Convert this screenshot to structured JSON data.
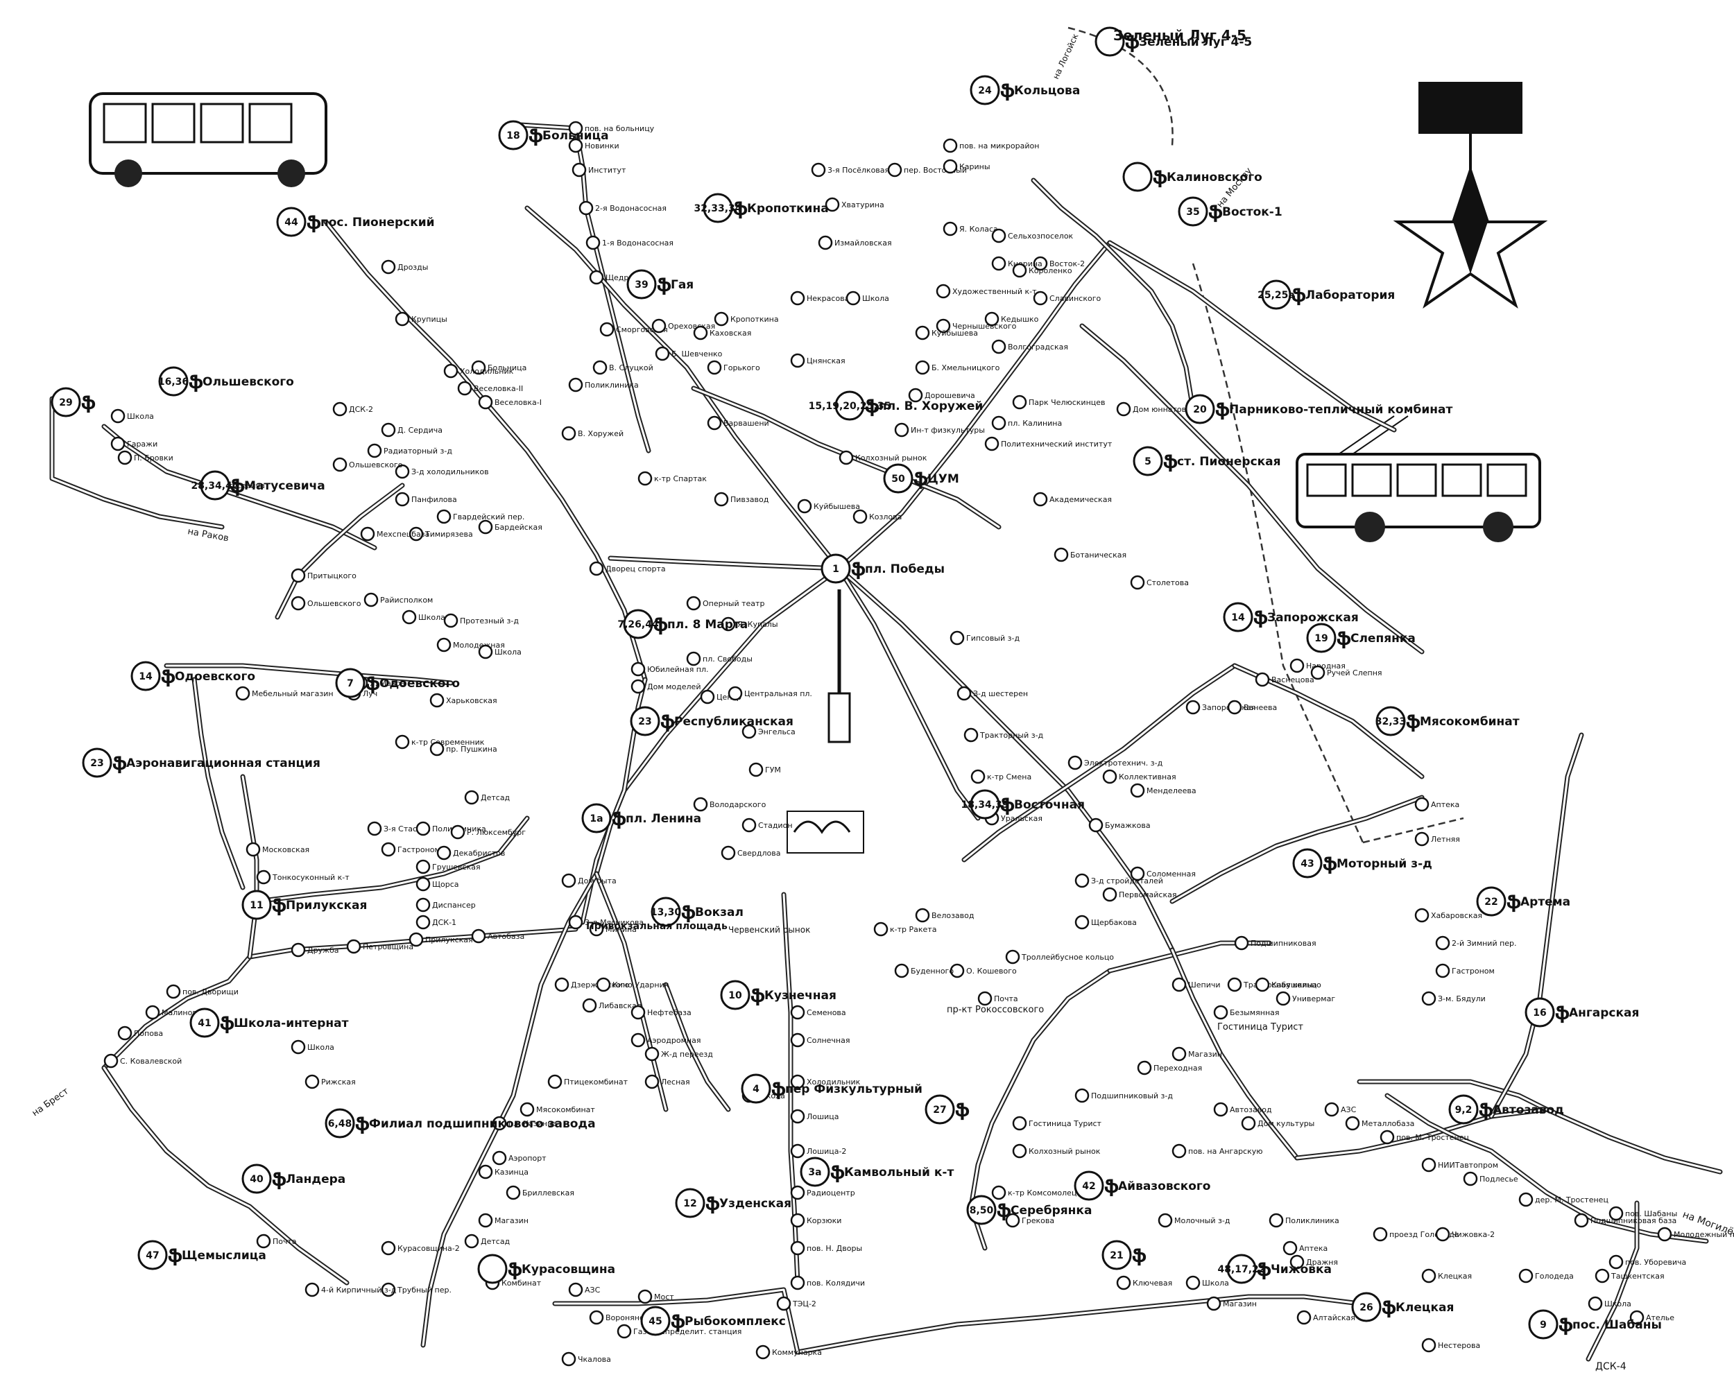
{
  "map": {
    "terminals": [
      {
        "id": "bolnica",
        "name": "Больница",
        "num": "18"
      },
      {
        "id": "koltsova",
        "name": "Кольцова",
        "num": "24"
      },
      {
        "id": "zeleny",
        "name": "Зеленый Луг 4-5",
        "num": ""
      },
      {
        "id": "vostok1",
        "name": "Восток-1",
        "num": "35"
      },
      {
        "id": "kalinovskogo",
        "name": "Калиновского",
        "num": ""
      },
      {
        "id": "kropotkina",
        "name": "Кропоткина",
        "num": "32,33,34"
      },
      {
        "id": "gaya",
        "name": "Гая",
        "num": "39"
      },
      {
        "id": "pionersky",
        "name": "пос. Пионерский",
        "num": "44"
      },
      {
        "id": "olshevskogo",
        "name": "Ольшевского",
        "num": "16,36"
      },
      {
        "id": "matusevicha",
        "name": "Матусевича",
        "num": "28,34,40"
      },
      {
        "id": "post29",
        "name": "",
        "num": "29"
      },
      {
        "id": "laboratoria",
        "name": "Лаборатория",
        "num": "25,25a"
      },
      {
        "id": "parnikovo",
        "name": "Парниково-тепличный комбинат",
        "num": "20"
      },
      {
        "id": "st_pionerskaya",
        "name": "ст. Пионерская",
        "num": "5"
      },
      {
        "id": "pl_khoruzhey",
        "name": "пл. В. Хоружей",
        "num": "15,19,20,25,35"
      },
      {
        "id": "pl_pobedy",
        "name": "пл. Победы",
        "num": "1"
      },
      {
        "id": "pl8marta",
        "name": "пл. 8 Марта",
        "num": "7,26,44"
      },
      {
        "id": "odoevskogo_w",
        "name": "Одоевского",
        "num": "14"
      },
      {
        "id": "odoevskogo",
        "name": "Одоевского",
        "num": "7"
      },
      {
        "id": "stanciya",
        "name": "Аэронавигационная станция",
        "num": "23"
      },
      {
        "id": "respublikanskaya",
        "name": "Республиканская",
        "num": "23"
      },
      {
        "id": "zaporozhskaya",
        "name": "Запорожская",
        "num": "14"
      },
      {
        "id": "slepyanka",
        "name": "Слепянка",
        "num": "19"
      },
      {
        "id": "myasokombinat",
        "name": "Мясокомбинат",
        "num": "32,33"
      },
      {
        "id": "vostochnaya",
        "name": "Восточная",
        "num": "18,34,39"
      },
      {
        "id": "motorny",
        "name": "Моторный з-д",
        "num": "43"
      },
      {
        "id": "artema",
        "name": "Артема",
        "num": "22"
      },
      {
        "id": "angarskaya",
        "name": "Ангарская",
        "num": "16"
      },
      {
        "id": "avtozavod",
        "name": "Автозавод",
        "num": "9,2"
      },
      {
        "id": "prilukskaya",
        "name": "Прилукская",
        "num": "11"
      },
      {
        "id": "vokzal",
        "name": "Вокзал",
        "num": "13,30"
      },
      {
        "id": "shkola_internat",
        "name": "Школа-интернат",
        "num": "41"
      },
      {
        "id": "landera",
        "name": "Ландера",
        "num": "40"
      },
      {
        "id": "shemyslica",
        "name": "Щемыслица",
        "num": "47"
      },
      {
        "id": "kurasovshina",
        "name": "Курасовщина",
        "num": ""
      },
      {
        "id": "uzdenskaya",
        "name": "Узденская",
        "num": "12"
      },
      {
        "id": "rybokompleks",
        "name": "Рыбокомплекс",
        "num": "45"
      },
      {
        "id": "kamvolny",
        "name": "Камвольный к-т",
        "num": "3a"
      },
      {
        "id": "kuznechnaya",
        "name": "Кузнечная",
        "num": "10"
      },
      {
        "id": "fizkulturny",
        "name": "пер Физкультурный",
        "num": "4"
      },
      {
        "id": "serebryanka",
        "name": "Серебрянка",
        "num": "8,50"
      },
      {
        "id": "ayvazovskogo",
        "name": "Айвазовского",
        "num": "42"
      },
      {
        "id": "t27",
        "name": "",
        "num": "27"
      },
      {
        "id": "chizhovka",
        "name": "Чижовка",
        "num": "48,17,22"
      },
      {
        "id": "kleckaya",
        "name": "Клецкая",
        "num": "26"
      },
      {
        "id": "t21",
        "name": "",
        "num": "21"
      },
      {
        "id": "shabany",
        "name": "пос. Шабаны",
        "num": "9"
      },
      {
        "id": "fil",
        "name": "Филиал подшипникового завода",
        "num": "6,48"
      },
      {
        "id": "cum",
        "name": "ЦУМ",
        "num": "50"
      },
      {
        "id": "pl_lenina",
        "name": "пл. Ленина",
        "num": "1a"
      }
    ],
    "stops": [
      "пов. на больницу",
      "Новинки",
      "Институт",
      "2-я Водонасосная",
      "1-я Водонасосная",
      "Щедрина",
      "Сморговская",
      "Ореховская",
      "Каховская",
      "Б. Шевченко",
      "Кропоткина",
      "Горького",
      "Некрасова",
      "Измайловская",
      "Хватурина",
      "3-я Посёлковая",
      "пер. Восточный",
      "Я. Коласа",
      "Карины",
      "пов. на микрорайон",
      "Художественный к-т",
      "Школа",
      "Чернышевского",
      "Куйбышева",
      "Б. Хмельницкого",
      "Цнянская",
      "Дорошевича",
      "Кедышко",
      "Волгоградская",
      "Славинского",
      "Восток-2",
      "Сельхозпоселок",
      "Кнорина",
      "Короленко",
      "Парк Челюскинцев",
      "пл. Калинина",
      "Политехнический институт",
      "Академическая",
      "Ботаническая",
      "Столетова",
      "Дом юннатов",
      "Больница",
      "Холодильник",
      "Веселовка-II",
      "Веселовка-I",
      "ДСК-2",
      "Д. Сердича",
      "Радиаторный з-д",
      "З-д холодильников",
      "Панфилова",
      "Гвардейский пер.",
      "Бардейская",
      "Тимирязева",
      "Мехспецбаза",
      "Ольшевского",
      "Матусевича",
      "Гаражи",
      "П. Бровки",
      "Школа",
      "Дрозды",
      "Крупицы",
      "Поликлиника",
      "В. Хоружей",
      "В. Слуцкой",
      "Варвашени",
      "к-тр Спартак",
      "Колхозный рынок",
      "Ин-т физкультуры",
      "Пивзавод",
      "Козлова",
      "Куйбышева",
      "Дворец спорта",
      "Оперный театр",
      "Я. Купалы",
      "пл. Свободы",
      "Юбилейная пл.",
      "Дом моделей",
      "Центр",
      "Центральная пл.",
      "Энгельса",
      "ГУМ",
      "Стадион",
      "Володарского",
      "Свердлова",
      "Притыцкого",
      "Ольшевского",
      "Райисполком",
      "Школа",
      "Протезный з-д",
      "Молодежная",
      "Харьковская",
      "к-тр Современник",
      "пр. Пушкина",
      "Я. Мавра",
      "Луч",
      "Мебельный магазин",
      "Школа",
      "Детсад",
      "З-я Стасова",
      "Гастроном",
      "Поликлиника",
      "Р. Люксембург",
      "Декабристов",
      "Грушевская",
      "Щорса",
      "Диспансер",
      "ДСК-1",
      "Тонкосуконный к-т",
      "Московская",
      "Дом быта",
      "3-д Мясникова",
      "Минина",
      "Автобаза",
      "Прилукская",
      "Петровщина",
      "Дружба",
      "пов. Дворищи",
      "Малиновка",
      "Попова",
      "С. Ковалевской",
      "Школа",
      "Рижская",
      "Казинца",
      "Бриллевская",
      "Аэропорт",
      "Мясокомбинат",
      "Птицекомбинат",
      "пл. Казинца",
      "Магазин",
      "Детсад",
      "Курасовщина-2",
      "Трубный пер.",
      "4-й Кирпичный з-д",
      "Почта",
      "Комбинат",
      "АЗС",
      "Мост",
      "Газораспределит. станция",
      "Чкалова",
      "Воронянского",
      "Либавская",
      "Дзержинского",
      "Кино Ударник",
      "Нефтебаза",
      "Аэродромная",
      "Ж-д переезд",
      "Лесная",
      "Школа",
      "Семенова",
      "Солнечная",
      "Холодильник",
      "Лошица",
      "Лошица-2",
      "Радиоцентр",
      "Корзюки",
      "пов. Н. Дворы",
      "пов. Колядичи",
      "Коммунарка",
      "ТЭЦ-2",
      "Велозавод",
      "к-тр Ракета",
      "О. Кошевого",
      "Буденного",
      "Почта",
      "Троллейбусное кольцо",
      "Щербакова",
      "Первомайская",
      "Соломенная",
      "З-д стройдеталей",
      "Гипсовый з-д",
      "З-д шестерен",
      "Тракторный з-д",
      "к-тр Смена",
      "Уральская",
      "Электротехнич. з-д",
      "Менделеева",
      "Бумажкова",
      "Коллективная",
      "Запорожская",
      "Ванеева",
      "Васнецова",
      "Народная",
      "Ручей Слепня",
      "Шепичи",
      "Безымянная",
      "Магазин",
      "Переходная",
      "Подшипниковый з-д",
      "Гостиница Турист",
      "Колхозный рынок",
      "к-тр Комсомолец",
      "Грекова",
      "Подшипниковая",
      "Траверсная кольцо",
      "Кабушкина",
      "Универмаг",
      "Автозавод",
      "Дом культуры",
      "пов. на Ангарскую",
      "Молочный з-д",
      "АЗС",
      "Металлобаза",
      "пов. М. Тростенец",
      "НИИТавтопром",
      "Подлесье",
      "дер. М. Тростенец",
      "Подшипниковая база",
      "пов. Шабаны",
      "Молодежный поселок",
      "пов. Уборевича",
      "Школа",
      "Ателье",
      "Голодеда",
      "Ташкентская",
      "Поликлиника",
      "Аптека",
      "проезд Голодеда",
      "Чижовка-2",
      "Клецкая",
      "Дражня",
      "Магазин",
      "Школа",
      "Ключевая",
      "Алтайская",
      "Нестерова",
      "Аптека",
      "Летняя",
      "Хабаровская",
      "2-й Зимний пер.",
      "Гастроном",
      "З-м. Бядули"
    ],
    "labels": {
      "zeleny_top": "Зеленый Луг 4-5",
      "na_rakov": "на Раков",
      "na_brest": "на Брест",
      "na_mogilev": "на Могилёв",
      "na_moskvu": "на Москву",
      "dsk4": "ДСК-4",
      "na_logoysk": "на Логойск",
      "privokzalnaya": "Привокзальная площадь",
      "chervensky": "Червенский рынок",
      "pr_rokossovskogo": "пр-кт Рокоссовского",
      "gost_turist": "Гостиница Турист"
    }
  }
}
